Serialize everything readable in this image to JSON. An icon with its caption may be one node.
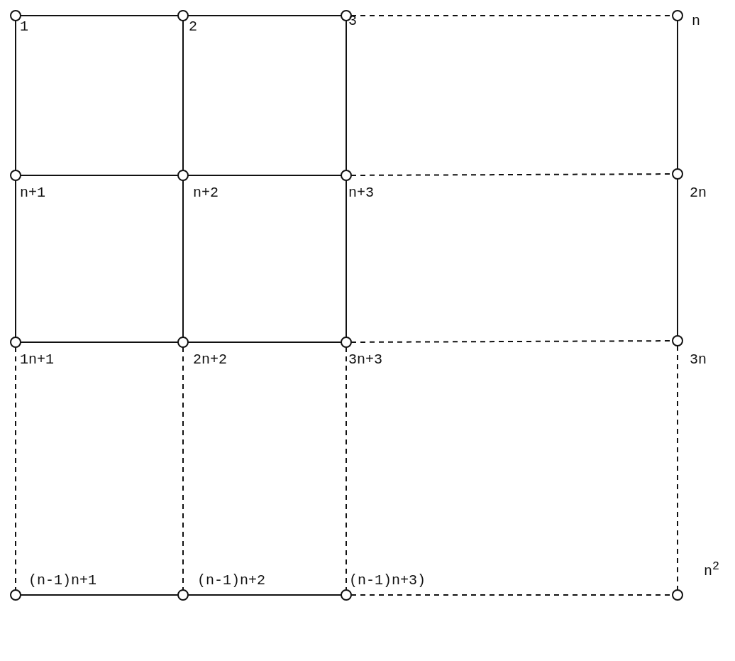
{
  "diagram": {
    "nodes": [
      {
        "text": [],
        "shape": "circle",
        "beside": [
          "1"
        ]
      },
      {
        "text": [],
        "shape": "circle",
        "beside": [
          "2"
        ]
      },
      {
        "text": [],
        "shape": "circle",
        "beside": [
          "3"
        ]
      },
      {
        "text": [],
        "shape": "circle",
        "beside": [
          "n"
        ]
      },
      {
        "text": [],
        "shape": "circle",
        "beside": [
          "n+1"
        ]
      },
      {
        "text": [],
        "shape": "circle",
        "beside": [
          "n+2"
        ]
      },
      {
        "text": [],
        "shape": "circle",
        "beside": [
          "n+3"
        ]
      },
      {
        "text": [],
        "shape": "circle",
        "beside": [
          "2n"
        ]
      },
      {
        "text": [],
        "shape": "circle",
        "beside": [
          "1n+1"
        ]
      },
      {
        "text": [],
        "shape": "circle",
        "beside": [
          "2n+2"
        ]
      },
      {
        "text": [],
        "shape": "circle",
        "beside": [
          "3n+3"
        ]
      },
      {
        "text": [],
        "shape": "circle",
        "beside": [
          "3n"
        ]
      },
      {
        "text": [],
        "shape": "circle",
        "beside": [
          "(n-1)n+1"
        ]
      },
      {
        "text": [],
        "shape": "circle",
        "beside": [
          "(n-1)n+2"
        ]
      },
      {
        "text": [],
        "shape": "circle",
        "beside": [
          "(n-1)n+3)"
        ]
      },
      {
        "text": [],
        "shape": "circle",
        "beside": [
          "n$^{2}$"
        ]
      }
    ],
    "edges": [
      {
        "from": 0,
        "to": 1,
        "arrow": "none"
      },
      {
        "from": 1,
        "to": 2,
        "arrow": "none"
      },
      {
        "from": 2,
        "to": 3,
        "arrow": "none",
        "style": "dashed"
      },
      {
        "from": 4,
        "to": 5,
        "arrow": "none"
      },
      {
        "from": 5,
        "to": 6,
        "arrow": "none"
      },
      {
        "from": 6,
        "to": 7,
        "arrow": "none",
        "style": "dashed"
      },
      {
        "from": 8,
        "to": 9,
        "arrow": "none"
      },
      {
        "from": 9,
        "to": 10,
        "arrow": "none"
      },
      {
        "from": 10,
        "to": 11,
        "arrow": "none",
        "style": "dashed"
      },
      {
        "from": 12,
        "to": 13,
        "arrow": "none"
      },
      {
        "from": 13,
        "to": 14,
        "arrow": "none"
      },
      {
        "from": 14,
        "to": 15,
        "arrow": "none",
        "style": "dashed"
      },
      {
        "from": 0,
        "to": 4,
        "arrow": "none"
      },
      {
        "from": 1,
        "to": 5,
        "arrow": "none"
      },
      {
        "from": 2,
        "to": 6,
        "arrow": "none"
      },
      {
        "from": 3,
        "to": 7,
        "arrow": "none"
      },
      {
        "from": 4,
        "to": 8,
        "arrow": "none"
      },
      {
        "from": 5,
        "to": 9,
        "arrow": "none"
      },
      {
        "from": 6,
        "to": 10,
        "arrow": "none"
      },
      {
        "from": 7,
        "to": 11,
        "arrow": "none"
      },
      {
        "from": 8,
        "to": 12,
        "arrow": "none",
        "style": "dashed"
      },
      {
        "from": 9,
        "to": 13,
        "arrow": "none",
        "style": "dashed"
      },
      {
        "from": 10,
        "to": 14,
        "arrow": "none",
        "style": "dashed"
      },
      {
        "from": 11,
        "to": 15,
        "arrow": "none",
        "style": "dashed"
      }
    ]
  }
}
